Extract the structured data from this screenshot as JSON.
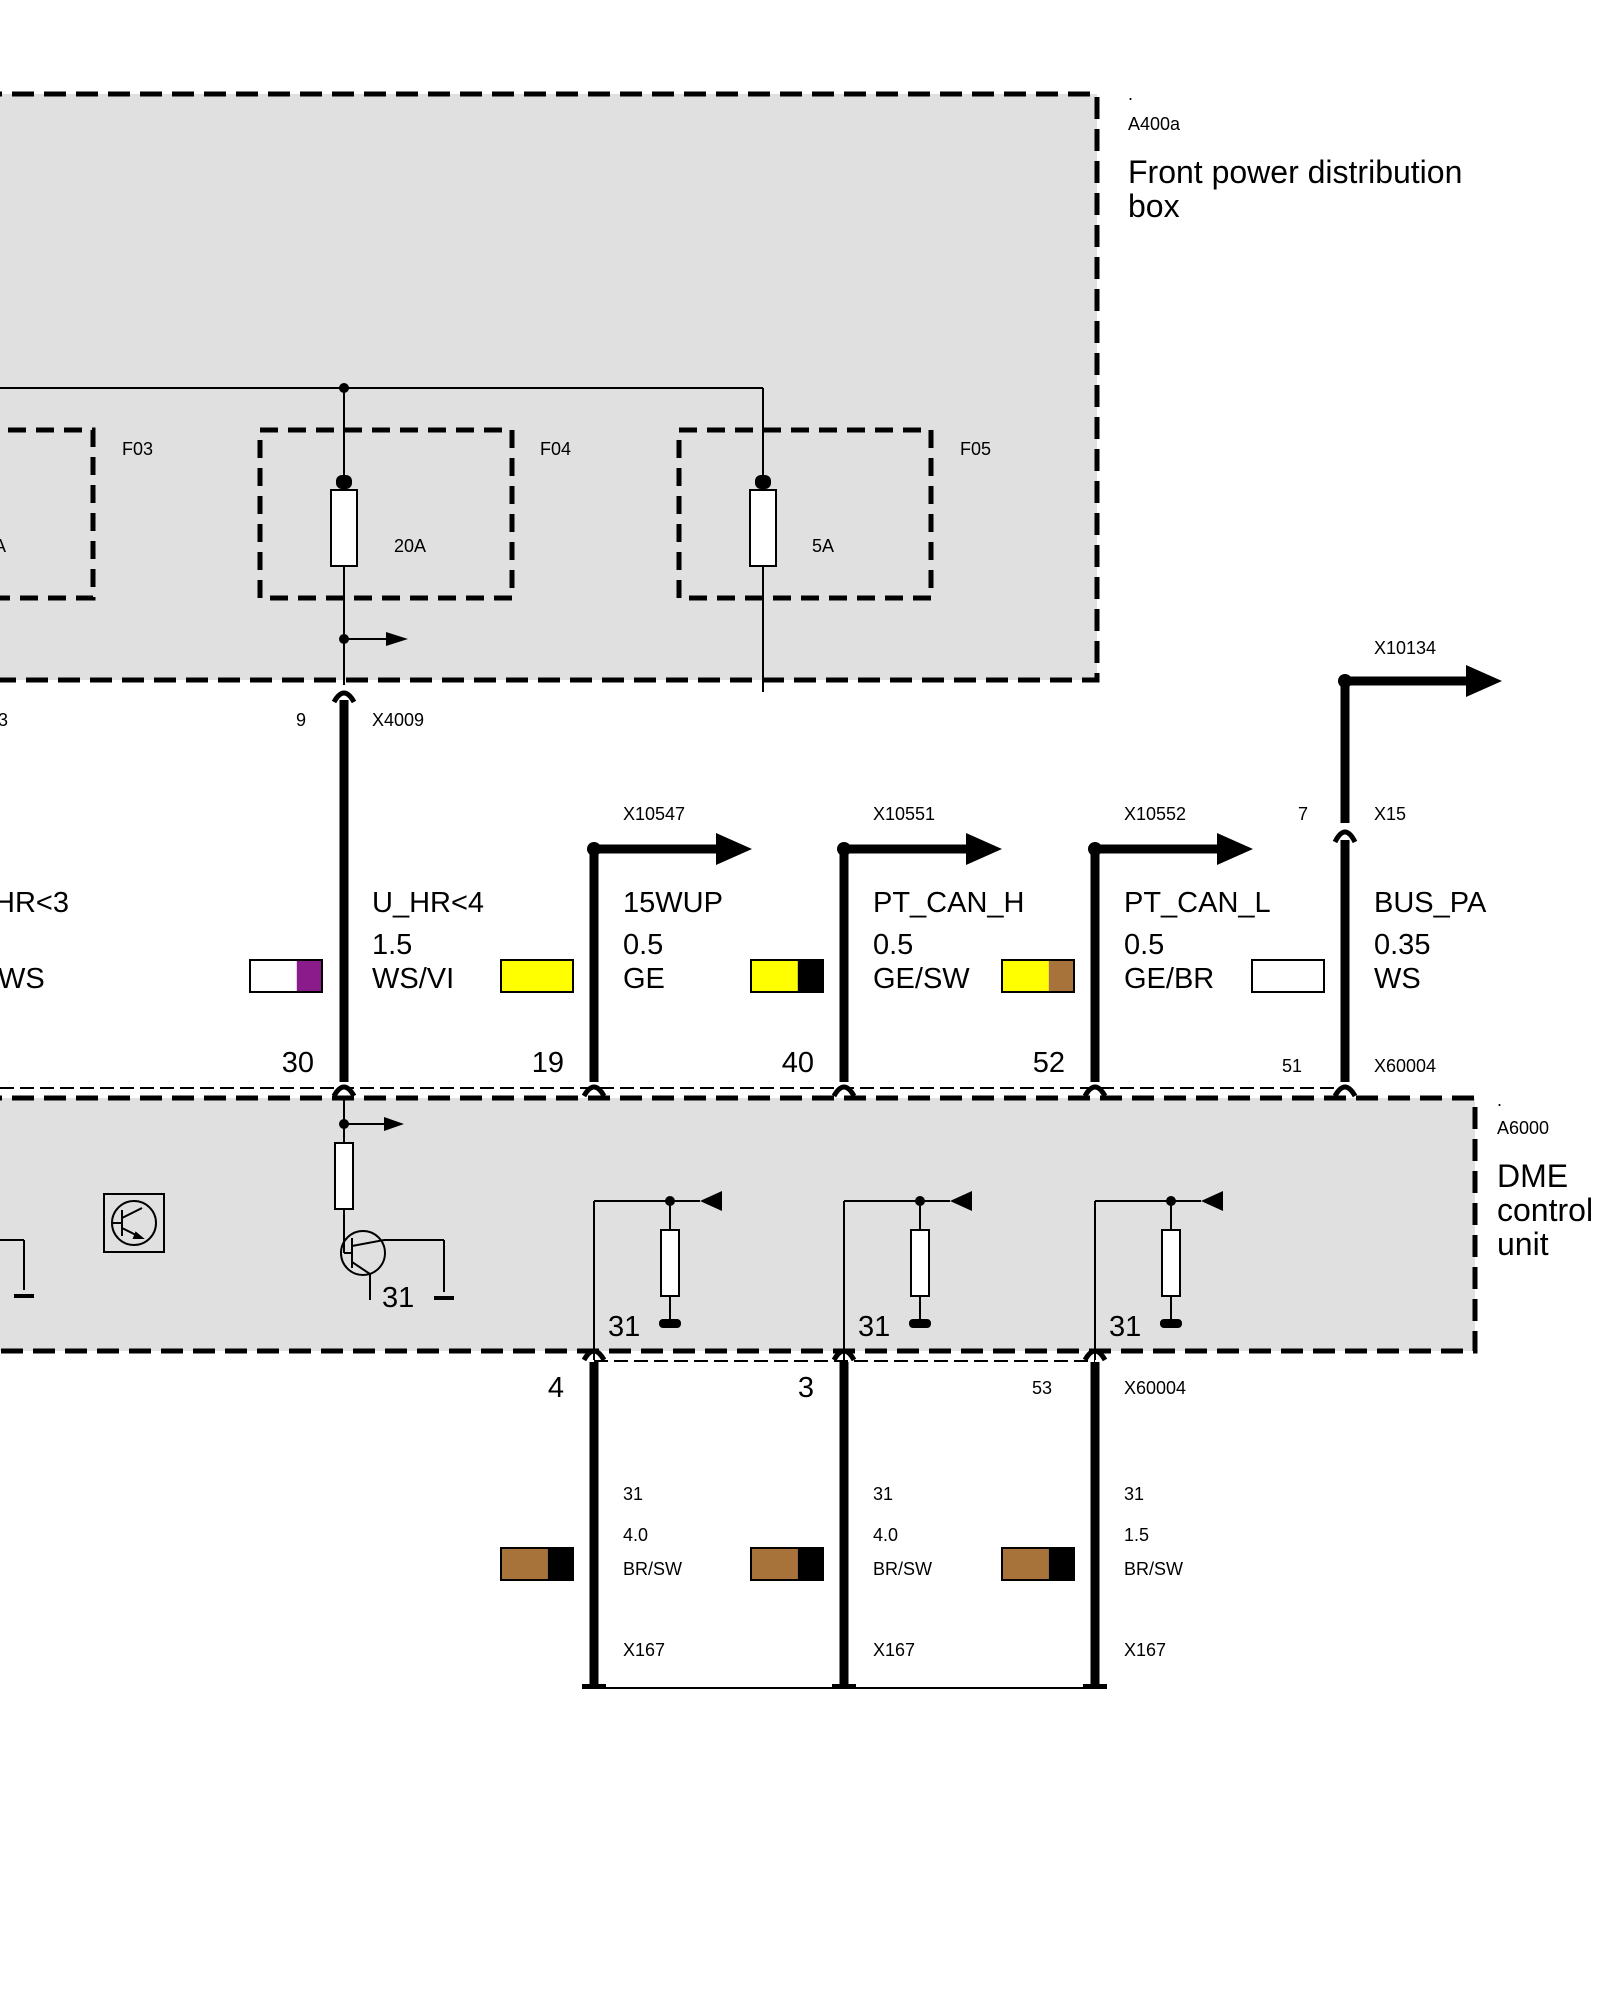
{
  "modules": {
    "front_box": {
      "dot": ".",
      "id": "A400a",
      "name_line1": "Front power distribution",
      "name_line2": "box"
    },
    "dme": {
      "dot": ".",
      "id": "A6000",
      "name_line1": "DME",
      "name_line2": "control",
      "name_line3": "unit"
    }
  },
  "fuses": {
    "f03": {
      "id": "F03",
      "rating_fragment": "A"
    },
    "f04": {
      "id": "F04",
      "rating": "20A"
    },
    "f05": {
      "id": "F05",
      "rating": "5A"
    }
  },
  "connectors": {
    "x4009": {
      "id": "X4009",
      "pin": "9",
      "left_pin_fragment": "3"
    },
    "x10134": {
      "id": "X10134"
    },
    "x10547": {
      "id": "X10547"
    },
    "x10551": {
      "id": "X10551"
    },
    "x10552": {
      "id": "X10552"
    },
    "x15": {
      "id": "X15",
      "pin": "7"
    },
    "x60004_top": {
      "id": "X60004",
      "pin": "51"
    },
    "x60004_bottom": {
      "id": "X60004",
      "pin": "53"
    },
    "x167": {
      "id": "X167"
    }
  },
  "wires": [
    {
      "key": "w0",
      "signal": "HR<3",
      "cross_section": "",
      "color_code": "/WS",
      "pin": "",
      "colors": []
    },
    {
      "key": "w1",
      "signal": "U_HR<4",
      "cross_section": "1.5",
      "color_code": "WS/VI",
      "pin": "30",
      "colors": [
        "#ffffff",
        "#8b1a8b"
      ]
    },
    {
      "key": "w2",
      "signal": "15WUP",
      "cross_section": "0.5",
      "color_code": "GE",
      "pin": "19",
      "colors": [
        "#ffff00"
      ]
    },
    {
      "key": "w3",
      "signal": "PT_CAN_H",
      "cross_section": "0.5",
      "color_code": "GE/SW",
      "pin": "40",
      "colors": [
        "#ffff00",
        "#000000"
      ]
    },
    {
      "key": "w4",
      "signal": "PT_CAN_L",
      "cross_section": "0.5",
      "color_code": "GE/BR",
      "pin": "52",
      "colors": [
        "#ffff00",
        "#a8733a"
      ]
    },
    {
      "key": "w5",
      "signal": "BUS_PA",
      "cross_section": "0.35",
      "color_code": "WS",
      "pin": "",
      "colors": [
        "#ffffff"
      ]
    }
  ],
  "ground_wires": [
    {
      "key": "g1",
      "top_pin": "4",
      "terminal": "31",
      "cross_section": "4.0",
      "color_code": "BR/SW",
      "colors": [
        "#a8733a",
        "#000000"
      ],
      "connector": "X167"
    },
    {
      "key": "g2",
      "top_pin": "3",
      "terminal": "31",
      "cross_section": "4.0",
      "color_code": "BR/SW",
      "colors": [
        "#a8733a",
        "#000000"
      ],
      "connector": "X167"
    },
    {
      "key": "g3",
      "top_pin": "",
      "terminal": "31",
      "cross_section": "1.5",
      "color_code": "BR/SW",
      "colors": [
        "#a8733a",
        "#000000"
      ],
      "connector": "X167"
    }
  ],
  "internal": {
    "ground_label": "31"
  },
  "colors": {
    "module_fill": "#e0e0e0",
    "line": "#000000"
  }
}
